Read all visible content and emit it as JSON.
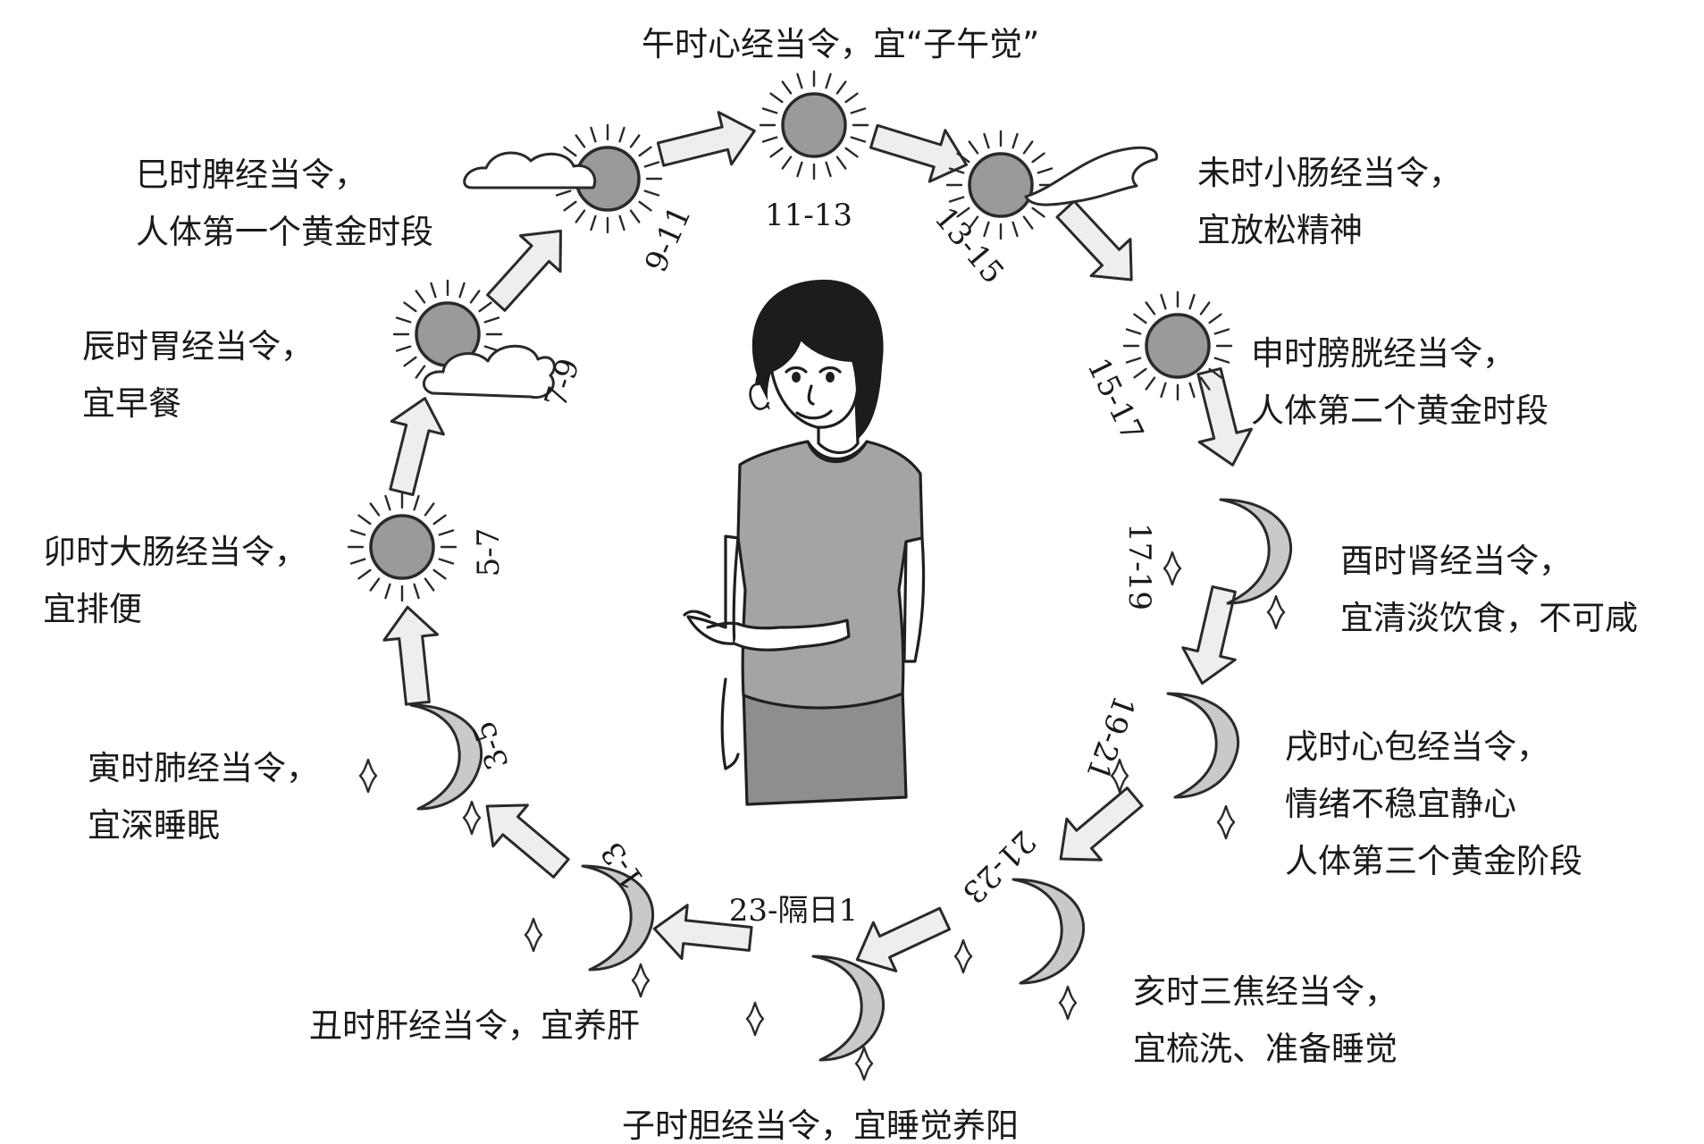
{
  "captions": {
    "wu": "午时心经当令，宜“子午觉”",
    "si_1": "巳时脾经当令，",
    "si_2": "人体第一个黄金时段",
    "wei_1": "未时小肠经当令，",
    "wei_2": "宜放松精神",
    "chen_1": "辰时胃经当令，",
    "chen_2": "宜早餐",
    "shen_1": "申时膀胱经当令，",
    "shen_2": "人体第二个黄金时段",
    "mao_1": "卯时大肠经当令，",
    "mao_2": "宜排便",
    "you_1": "酉时肾经当令，",
    "you_2": "宜清淡饮食，不可咸",
    "yin_1": "寅时肺经当令，",
    "yin_2": "宜深睡眠",
    "xu_1": "戌时心包经当令，",
    "xu_2": "情绪不稳宜静心",
    "xu_3": "人体第三个黄金阶段",
    "hai_1": "亥时三焦经当令，",
    "hai_2": "宜梳洗、准备睡觉",
    "chou": "丑时肝经当令，宜养肝",
    "zi": "子时胆经当令，宜睡觉养阳"
  },
  "ranges": {
    "r11_13": "11-13",
    "r9_11": "9-11",
    "r13_15": "13-15",
    "r7_9": "7-9",
    "r15_17": "15-17",
    "r5_7": "5-7",
    "r17_19": "17-19",
    "r3_5": "3-5",
    "r19_21": "19-21",
    "r1_3": "1-3",
    "r21_23": "21-23",
    "r23_1": "23-隔日1"
  },
  "icons": [
    "sun-icon",
    "cloud-icon",
    "moon-icon",
    "sparkle-icon",
    "arrow-icon",
    "woman-figure"
  ],
  "colors": {
    "sun": "#9a9a9a",
    "moon": "#c9c9c9",
    "shirt": "#a4a4a4",
    "skirt": "#8e8e8e",
    "hair": "#1c1c1c"
  }
}
